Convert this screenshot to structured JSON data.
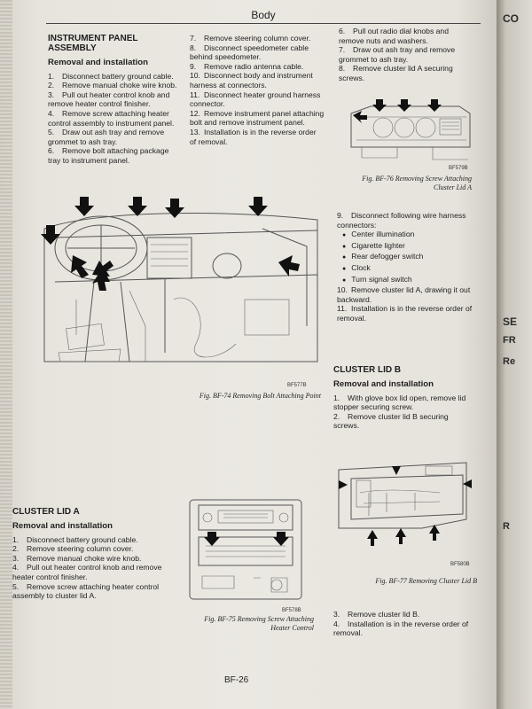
{
  "header": {
    "title": "Body"
  },
  "left_col": {
    "title": "INSTRUMENT PANEL ASSEMBLY",
    "subtitle": "Removal and installation",
    "steps": [
      {
        "n": "1.",
        "t": "Disconnect battery ground cable."
      },
      {
        "n": "2.",
        "t": "Remove manual choke wire knob."
      },
      {
        "n": "3.",
        "t": "Pull out heater control knob and remove heater control finisher."
      },
      {
        "n": "4.",
        "t": "Remove screw attaching heater control assembly to instrument panel."
      },
      {
        "n": "5.",
        "t": "Draw out ash tray and remove grommet to ash tray."
      },
      {
        "n": "6.",
        "t": "Remove bolt attaching package tray to instrument panel."
      }
    ]
  },
  "mid_col": {
    "steps": [
      {
        "n": "7.",
        "t": "Remove steering column cover."
      },
      {
        "n": "8.",
        "t": "Disconnect speedometer cable behind speedometer."
      },
      {
        "n": "9.",
        "t": "Remove radio antenna cable."
      },
      {
        "n": "10.",
        "t": "Disconnect body and instrument harness at connectors."
      },
      {
        "n": "11.",
        "t": "Disconnect heater ground harness connector."
      },
      {
        "n": "12.",
        "t": "Remove instrument panel attaching bolt and remove instrument panel."
      },
      {
        "n": "13.",
        "t": "Installation is in the reverse order of removal."
      }
    ]
  },
  "right_col": {
    "steps": [
      {
        "n": "6.",
        "t": "Pull out radio dial knobs and remove nuts and washers."
      },
      {
        "n": "7.",
        "t": "Draw out ash tray and remove grommet to ash tray."
      },
      {
        "n": "8.",
        "t": "Remove cluster lid A securing screws."
      }
    ]
  },
  "fig_76": {
    "code": "BF579B",
    "caption_line1": "Fig. BF-76 Removing Screw Attaching",
    "caption_line2": "Cluster Lid A"
  },
  "right_col2": {
    "step9": {
      "n": "9.",
      "t": "Disconnect following wire harness connectors:"
    },
    "bullets": [
      "Center illumination",
      "Cigarette lighter",
      "Rear defogger switch",
      "Clock",
      "Turn signal switch"
    ],
    "step10": {
      "n": "10.",
      "t": "Remove cluster lid A, drawing it out backward."
    },
    "step11": {
      "n": "11.",
      "t": "Installation is in the reverse order of removal."
    }
  },
  "fig_74": {
    "code": "BF577B",
    "caption": "Fig. BF-74 Removing Bolt Attaching Point"
  },
  "cluster_b": {
    "title": "CLUSTER LID B",
    "subtitle": "Removal and installation",
    "steps": [
      {
        "n": "1.",
        "t": "With glove box lid open, remove lid stopper securing screw."
      },
      {
        "n": "2.",
        "t": "Remove cluster lid B securing screws."
      }
    ]
  },
  "fig_77": {
    "code": "BF580B",
    "caption": "Fig. BF-77 Removing Cluster Lid B"
  },
  "cluster_b_after": {
    "steps": [
      {
        "n": "3.",
        "t": "Remove cluster lid B."
      },
      {
        "n": "4.",
        "t": "Installation is in the reverse order of removal."
      }
    ]
  },
  "cluster_a": {
    "title": "CLUSTER LID A",
    "subtitle": "Removal and installation",
    "steps": [
      {
        "n": "1.",
        "t": "Disconnect battery ground cable."
      },
      {
        "n": "2.",
        "t": "Remove steering column cover."
      },
      {
        "n": "3.",
        "t": "Remove manual choke wire knob."
      },
      {
        "n": "4.",
        "t": "Pull out heater control knob and remove heater control finisher."
      },
      {
        "n": "5.",
        "t": "Remove screw attaching heater control assembly to cluster lid A."
      }
    ]
  },
  "fig_75": {
    "code": "BF578B",
    "caption_line1": "Fig. BF-75 Removing Screw Attaching",
    "caption_line2": "Heater Control"
  },
  "footer": {
    "page_number": "BF-26"
  },
  "next_page_fragments": [
    "CO",
    "SE",
    "FR",
    "Re",
    "R"
  ]
}
